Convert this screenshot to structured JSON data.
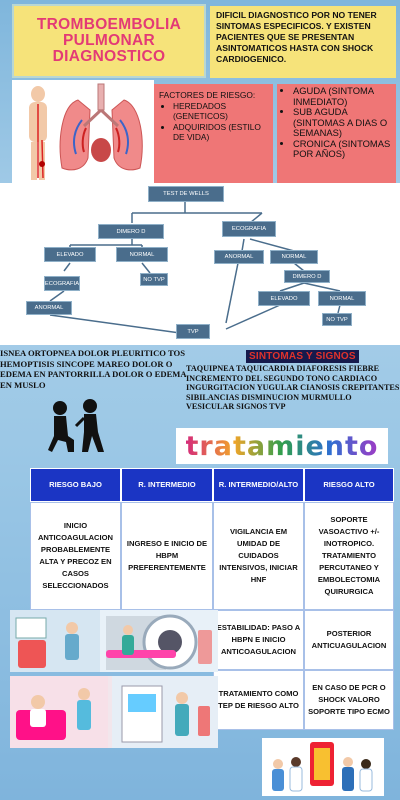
{
  "title": "TROMBOEMBOLIA PULMONAR DIAGNOSTICO",
  "intro": "DIFICIL DIAGNOSTICO POR NO TENER SINTOMAS ESPECIFICOS. Y EXISTEN PACIENTES QUE SE PRESENTAN ASINTOMATICOS HASTA CON SHOCK CARDIOGENICO.",
  "risk_factors": {
    "heading": "FACTORES DE RIESGO:",
    "items": [
      "HEREDADOS (GENETICOS)",
      "ADQUIRIDOS (ESTILO DE VIDA)"
    ]
  },
  "types": [
    "AGUDA (SINTOMA INMEDIATO)",
    "SUB AGUDA (SINTOMAS A DIAS O SEMANAS)",
    "CRONICA (SINTOMAS POR AÑOS)"
  ],
  "flow": {
    "wells": "TEST DE WELLS",
    "dimero": "DIMERO D",
    "ecografia_top": "ECOGRAFIA",
    "elevado_left": "ELEVADO",
    "normal_left": "NORMAL",
    "no_tvp_left": "NO TVP",
    "ecografia_left": "ECOGRAFIA",
    "anormal_left": "ANORMAL",
    "anormal_mid": "ANORMAL",
    "normal_right": "NORMAL",
    "dimero_right": "DIMERO D",
    "elevado_right": "ELEVADO",
    "normal_right2": "NORMAL",
    "no_tvp_right": "NO TVP",
    "tvp": "TVP"
  },
  "symptoms": {
    "title": "SINTOMAS Y SIGNOS",
    "left": "ISNEA ORTOPNEA DOLOR PLEURITICO TOS HEMOPTISIS SINCOPE MAREO DOLOR O EDEMA EN PANTORRILLA DOLOR O EDEMA EN MUSLO",
    "right": "TAQUIPNEA TAQUICARDIA DIAFORESIS FIEBRE INCREMENTO DEL SEGUNDO TONO CARDIACO INGURGITACION YUGULAR CIANOSIS CREPITANTES SIBILANCIAS DISMINUCION MURMULLO VESICULAR SIGNOS TVP"
  },
  "treatment_banner": "tratamiento",
  "table": {
    "headers": [
      "RIESGO BAJO",
      "R. INTERMEDIO",
      "R. INTERMEDIO/ALTO",
      "RIESGO ALTO"
    ],
    "row1": [
      "INICIO ANTICOAGULACION PROBABLEMENTE ALTA Y PRECOZ EN CASOS SELECCIONADOS",
      "INGRESO E INICIO DE HBPM PREFERENTEMENTE",
      "VIGILANCIA EM UMIDAD DE CUIDADOS INTENSIVOS, INICIAR HNF",
      "SOPORTE VASOACTIVO +/- INOTROPICO. TRATAMIENTO PERCUTANEO Y EMBOLECTOMIA QUIRURGICA"
    ],
    "row2": [
      "ESTABILIDAD: PASO A HBPN E INICIO ANTICOAGULACION",
      "POSTERIOR ANTICUAGULACION"
    ],
    "row3": [
      "TRATAMIENTO COMO TEP DE RIESGO ALTO",
      "EN CASO DE PCR O SHOCK VALORO SOPORTE TIPO ECMO"
    ]
  },
  "colors": {
    "title_bg": "#f6e37a",
    "title_text": "#e33a76",
    "risk_bg": "#ef7676",
    "table_header": "#1b35c4",
    "flow_node": "#4a6d8c"
  }
}
